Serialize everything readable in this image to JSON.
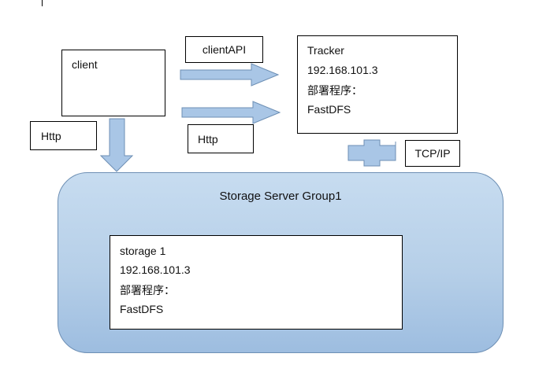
{
  "client": {
    "label": "client"
  },
  "tracker": {
    "lines": [
      "Tracker",
      "192.168.101.3",
      "部署程序：",
      "FastDFS"
    ]
  },
  "labels": {
    "client_api": "clientAPI",
    "http_left": "Http",
    "http_mid": "Http",
    "tcp_ip": "TCP/IP"
  },
  "group": {
    "title": "Storage Server Group1",
    "storage": {
      "lines": [
        "storage 1",
        "192.168.101.3",
        "部署程序：",
        "FastDFS"
      ]
    }
  },
  "colors": {
    "arrow_fill": "#a9c6e6",
    "arrow_stroke": "#6d8fb4",
    "group_fill": "#b6cfe8"
  }
}
